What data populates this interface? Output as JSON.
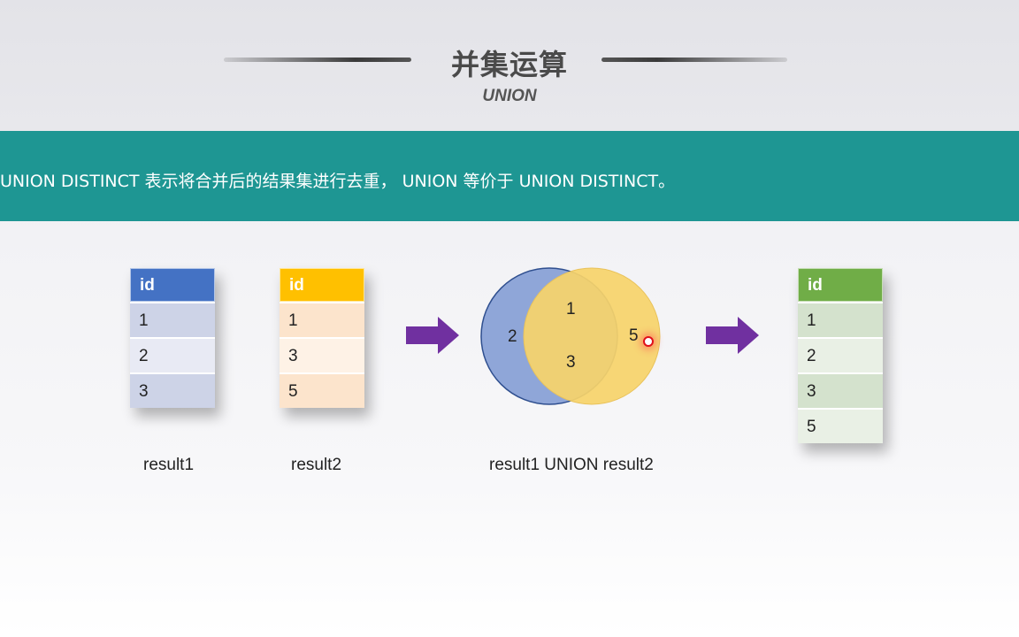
{
  "header": {
    "title": "并集运算",
    "subtitle": "UNION"
  },
  "banner": {
    "text": "UNION DISTINCT 表示将合并后的结果集进行去重， UNION 等价于 UNION DISTINCT。",
    "color": "#1e9693"
  },
  "tables": {
    "result1": {
      "header": "id",
      "rows": [
        "1",
        "2",
        "3"
      ],
      "caption": "result1",
      "color": "#4472c4"
    },
    "result2": {
      "header": "id",
      "rows": [
        "1",
        "3",
        "5"
      ],
      "caption": "result2",
      "color": "#ffc000"
    },
    "union": {
      "header": "id",
      "rows": [
        "1",
        "2",
        "3",
        "5"
      ],
      "color": "#70ad47"
    }
  },
  "venn": {
    "left_only": "2",
    "intersection": [
      "1",
      "3"
    ],
    "right_only": "5",
    "caption": "result1 UNION result2",
    "left_color": "#8fa6d8",
    "right_color": "#f6d36a"
  },
  "arrow_color": "#7030a0"
}
